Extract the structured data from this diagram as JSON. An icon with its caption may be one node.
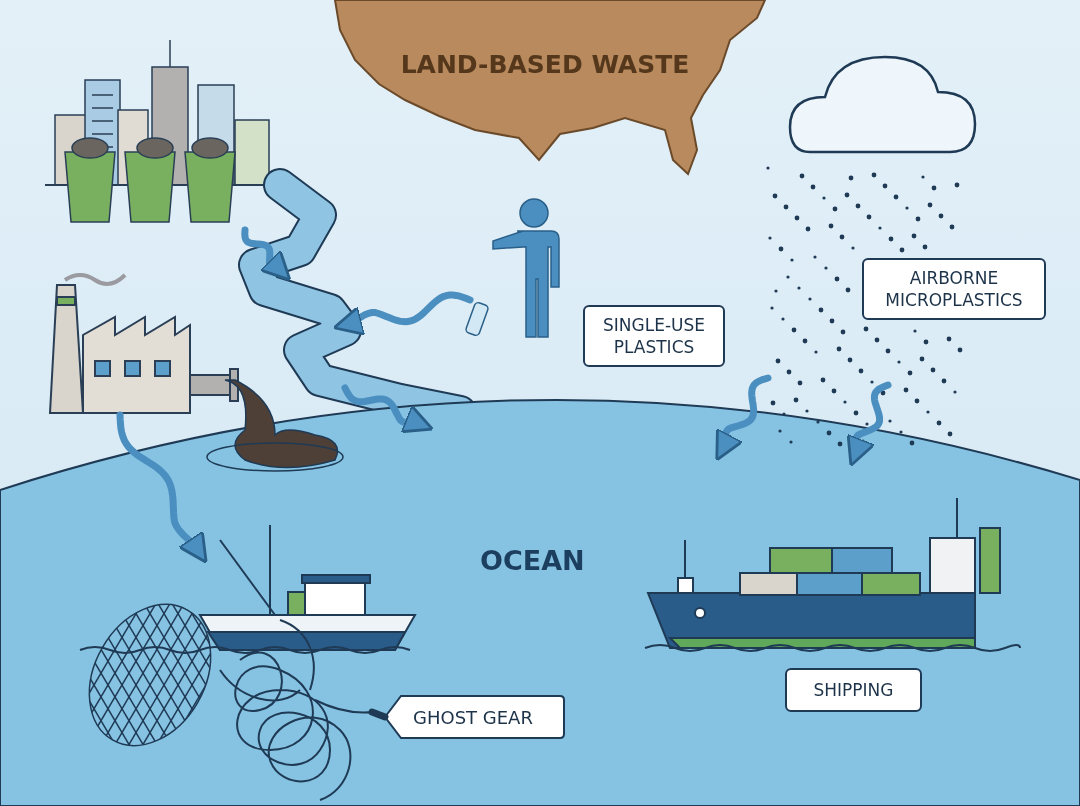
{
  "diagram": {
    "nodes": [
      {
        "text": [
          "LAND-BASED WASTE"
        ]
      },
      {
        "text": [],
        "shape": "picture"
      },
      {
        "text": [],
        "shape": "picture"
      },
      {
        "text": [],
        "shape": "picture"
      },
      {
        "text": [],
        "shape": "person"
      },
      {
        "text": [
          "SINGLE-USE PLASTICS"
        ]
      },
      {
        "text": [],
        "shape": "cloud"
      },
      {
        "text": [
          "AIRBORNE MICROPLASTICS"
        ]
      },
      {
        "text": [
          "OCEAN"
        ]
      },
      {
        "text": [],
        "shape": "picture",
        "in": 8
      },
      {
        "text": [
          "GHOST GEAR"
        ],
        "in": 8
      },
      {
        "text": [],
        "shape": "picture",
        "in": 8
      },
      {
        "text": [],
        "shape": "picture",
        "in": 8
      },
      {
        "text": [
          "SHIPPING"
        ],
        "in": 8
      },
      {
        "text": [],
        "shape": "picture"
      }
    ],
    "edges": [
      {
        "from": 1,
        "to": 2,
        "arrow": "to"
      },
      {
        "from": 4,
        "to": 2,
        "arrow": "to"
      },
      {
        "from": 2,
        "to": 8,
        "arrow": "to"
      },
      {
        "from": 3,
        "to": 9,
        "arrow": "to"
      },
      {
        "from": 14,
        "to": 8,
        "arrow": "to"
      },
      {
        "from": 14,
        "to": 8,
        "arrow": "to"
      },
      {
        "from": 10,
        "to": 11,
        "arrow": "none",
        "color": "#1f3a55"
      }
    ]
  }
}
